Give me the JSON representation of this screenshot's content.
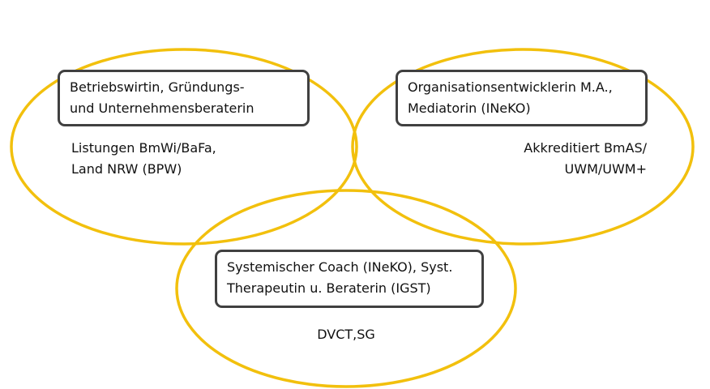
{
  "colors": {
    "ring": "#F2C00D",
    "box_border": "#404040",
    "text": "#111111",
    "background": "#ffffff"
  },
  "circles": {
    "left": {
      "box_lines": [
        "Betriebswirtin, Gründungs-",
        "und Unternehmensberaterin"
      ],
      "note_lines": [
        "Listungen BmWi/BaFa,",
        "Land NRW (BPW)"
      ]
    },
    "right": {
      "box_lines": [
        "Organisationsentwicklerin M.A.,",
        "Mediatorin (INeKO)"
      ],
      "note_lines": [
        "Akkreditiert BmAS/",
        "UWM/UWM+"
      ]
    },
    "bottom": {
      "box_lines": [
        "Systemischer Coach (INeKO), Syst.",
        "Therapeutin u. Beraterin (IGST)"
      ],
      "note_lines": [
        "DVCT,SG"
      ]
    }
  }
}
